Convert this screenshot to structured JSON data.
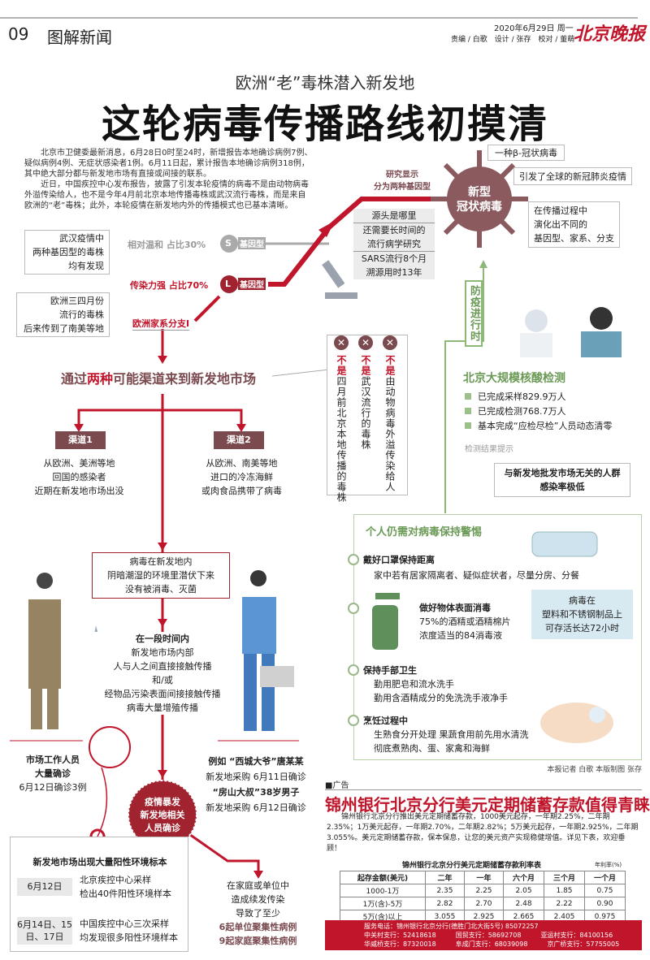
{
  "header": {
    "page_no": "09",
    "section": "图解新闻",
    "date": "2020年6月29日 周一",
    "credits": "责编 / 白歌　设计 / 张存　校对 / 董萌",
    "logo": "北京晚报"
  },
  "headline": {
    "kicker": "欧洲“老”毒株潜入新发地",
    "title": "这轮病毒传播路线初摸清"
  },
  "intro": [
    "北京市卫健委最新消息，6月28日0时至24时，新增报告本地确诊病例7例、疑似病例4例、无症状感染者1例。6月11日起，累计报告本地确诊病例318例，其中绝大部分都与新发地市场有直接或间接的联系。",
    "近日，中国疾控中心发布报告，披露了引发本轮疫情的病毒不是由动物病毒外溢传染给人，也不是今年4月前北京本地传播毒株或武汉流行毒株，而是来自欧洲的“老”毒株；此外，本轮疫情在新发地内外的传播模式也已基本清晰。"
  ],
  "virus": {
    "label1": "新型",
    "label2": "冠状病毒",
    "fact1": "一种β-冠状病毒",
    "fact2": "引发了全球的新冠肺炎疫情",
    "fact3": [
      "在传播过程中",
      "演化出不同的",
      "基因型、家系、分支"
    ]
  },
  "research": {
    "label": [
      "研究显示",
      "分为两种基因型"
    ],
    "box": [
      "源头是哪里",
      "还需要长时间的",
      "流行病学研究",
      "SARS流行8个月",
      "溯源用时13年"
    ]
  },
  "genotypes": {
    "wuhan_note": [
      "武汉疫情中",
      "两种基因型的毒株",
      "均有发现"
    ],
    "s_desc": "相对温和  占比30%",
    "s_letter": "S",
    "s_tag": "基因型",
    "l_desc": "传染力强  占比70%",
    "l_letter": "L",
    "l_tag": "基因型",
    "europe_note": [
      "欧洲三四月份",
      "流行的毒株",
      "后来传到了南美等地"
    ],
    "europe_branch": "欧洲家系分支Ⅰ"
  },
  "not_list": [
    {
      "neg": "不是",
      "text": "由动物病毒外溢传染给人"
    },
    {
      "neg": "不是",
      "text": "武汉流行的毒株"
    },
    {
      "neg": "不是",
      "text": "四月前北京本地传播的毒株"
    }
  ],
  "channels": {
    "title_pre": "通过",
    "title_hl": "两种",
    "title_post": "可能渠道来到新发地市场",
    "c1": "渠道1",
    "c1_text": [
      "从欧洲、美洲等地",
      "回国的感染者",
      "近期在新发地市场出没"
    ],
    "c2": "渠道2",
    "c2_text": [
      "从欧洲、南美等地",
      "进口的冷冻海鲜",
      "或肉食品携带了病毒"
    ]
  },
  "flow": {
    "hidden": [
      "病毒在新发地内",
      "阴暗潮湿的环境里潜伏下来",
      "没有被消毒、灭菌"
    ],
    "period_title": "在一段时间内",
    "period": [
      "新发地市场内部",
      "人与人之间直接接触传播",
      "和/或",
      "经物品污染表面间接接触传播",
      "病毒大量增殖传播"
    ],
    "workers": [
      "市场工作人员",
      "大量确诊",
      "6月12日确诊3例"
    ],
    "examples": [
      "例如 “西城大爷”唐某某",
      "新发地采购  6月11日确诊",
      "“房山大叔”38岁男子",
      "新发地采购  6月12日确诊"
    ],
    "outbreak": [
      "疫情暴发",
      "新发地相关",
      "人员确诊"
    ],
    "spread": [
      "在家庭或单位中",
      "造成续发传染",
      "导致了至少"
    ],
    "clusters": [
      "6起单位聚集性病例",
      "9起家庭聚集性病例"
    ]
  },
  "samples": {
    "title": "新发地市场出现大量阳性环境标本",
    "rows": [
      {
        "date": "6月12日",
        "text": [
          "北京疾控中心采样",
          "检出40件阳性环境样本"
        ]
      },
      {
        "date": "6月14日、15日、17日",
        "text": [
          "中国疾控中心三次采样",
          "均发现很多阳性环境样本"
        ]
      }
    ]
  },
  "prevention": {
    "side": "防疫进行时",
    "test_title": "北京大规模核酸检测",
    "bullets": [
      "已完成采样829.9万人",
      "已完成检测768.7万人",
      "基本完成“应检尽检”人员动态清零"
    ],
    "hint": "检测结果提示",
    "hint_box": [
      "与新发地批发市场无关的人群",
      "感染率极低"
    ]
  },
  "alert": {
    "title": "个人仍需对病毒保持警惕",
    "items": [
      {
        "h": "戴好口罩保持距离",
        "lines": [
          "家中若有居家隔离者、疑似症状者，尽量分房、分餐"
        ]
      },
      {
        "h": "做好物体表面消毒",
        "lines": [
          "75%的酒精或酒精棉片",
          "浓度适当的84消毒液"
        ]
      },
      {
        "h": "保持手部卫生",
        "lines": [
          "勤用肥皂和流水洗手",
          "勤用含酒精成分的免洗洗手液净手"
        ]
      },
      {
        "h": "烹饪过程中",
        "lines": [
          "生熟食分开处理 果蔬食用前先用水清洗",
          "彻底煮熟肉、蛋、家禽和海鲜"
        ]
      }
    ],
    "survive": [
      "病毒在",
      "塑料和不锈钢制品上",
      "可存活长达72小时"
    ]
  },
  "byline": "本报记者  白歌    本版制图  张存",
  "ad": {
    "tag": "■广告",
    "title": "锦州银行北京分行美元定期储蓄存款值得青睐",
    "body": "锦州银行北京分行推出美元定期储蓄存款，1000美元起存，一年期2.25%，二年期2.35%；1万美元起存，一年期2.70%，二年期2.82%；5万美元起存，一年期2.925%，二年期3.055%。美元定期储蓄存款，保本保息，让您的美元资产实现稳健增值。详见下表，欢迎垂顾！",
    "table_title": "锦州银行北京分行美元定期储蓄存款利率表",
    "unit": "年利率(%)",
    "headers": [
      "起存金额(美元)",
      "二年",
      "一年",
      "六个月",
      "三个月",
      "一个月"
    ],
    "rows": [
      [
        "1000-1万",
        "2.35",
        "2.25",
        "2.05",
        "1.85",
        "0.75"
      ],
      [
        "1万(含)-5万",
        "2.82",
        "2.70",
        "2.48",
        "2.22",
        "0.90"
      ],
      [
        "5万(含)以上",
        "3.055",
        "2.925",
        "2.665",
        "2.405",
        "0.975"
      ]
    ],
    "contact": "服务电话：锦州银行北京分行(德胜门北大街5号) 85072257",
    "branches": [
      "中关村支行：52418618",
      "国贸支行：58692708",
      "亚运村支行：84100156",
      "华威桥支行：87320018",
      "阜成门支行：68039098",
      "京广桥支行：57755005"
    ]
  },
  "colors": {
    "red": "#c0152a",
    "brown": "#7a4a4f",
    "green": "#6a9a55",
    "virus": "#8a5a5e"
  }
}
